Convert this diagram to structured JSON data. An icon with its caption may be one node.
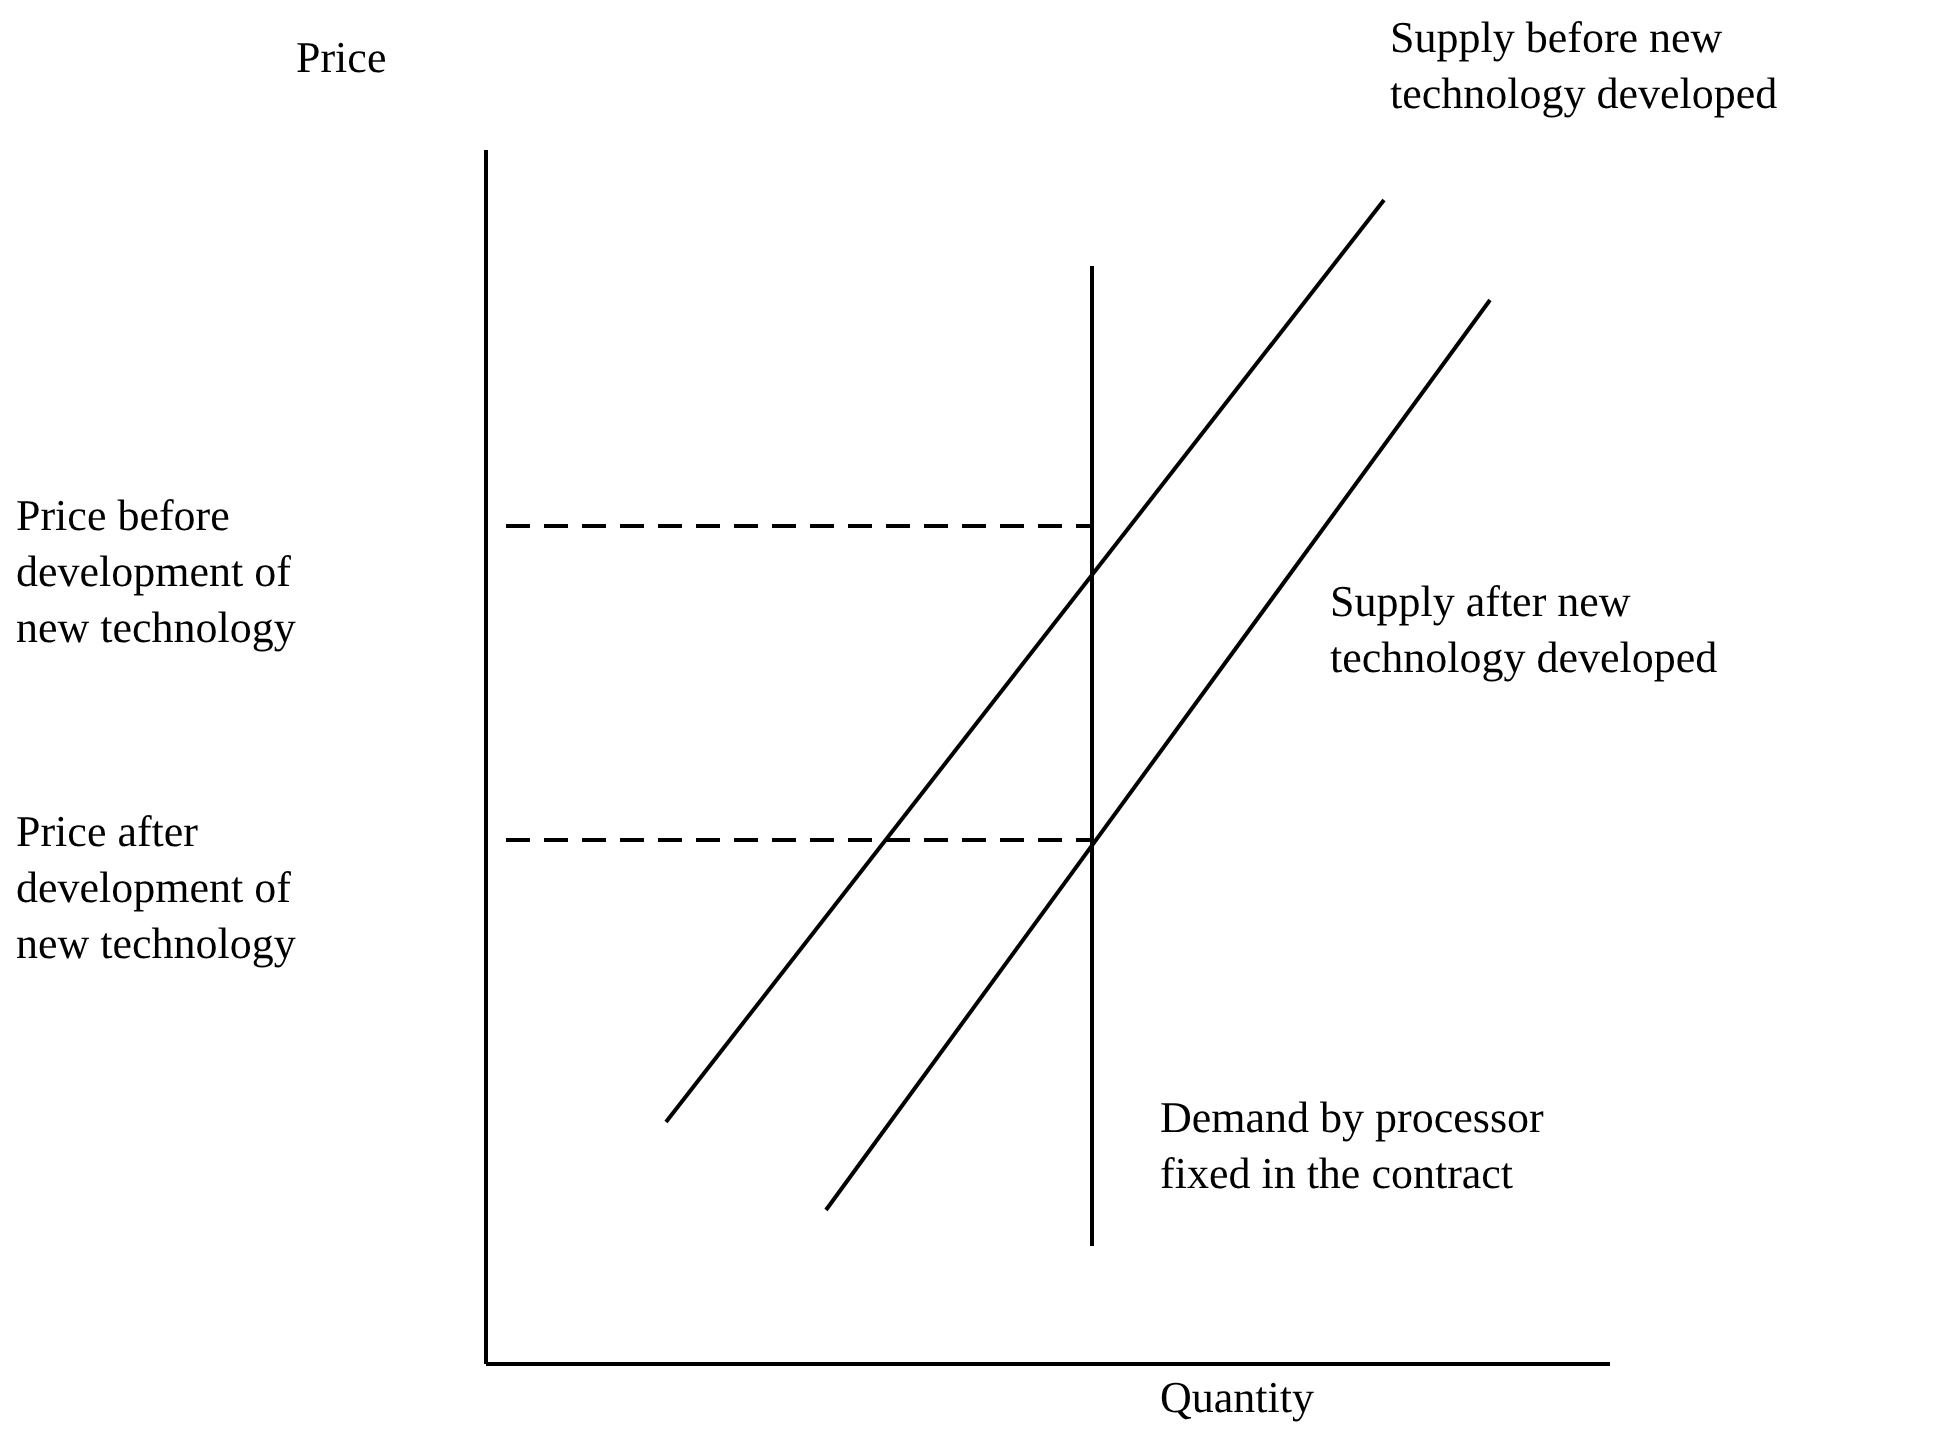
{
  "diagram": {
    "labels": [
      "Price",
      "Supply before new technology developed",
      "Price before development of new technology",
      "Supply after new technology developed",
      "Price after development of new technology",
      "Demand by processor fixed in the contract",
      "Quantity"
    ]
  }
}
